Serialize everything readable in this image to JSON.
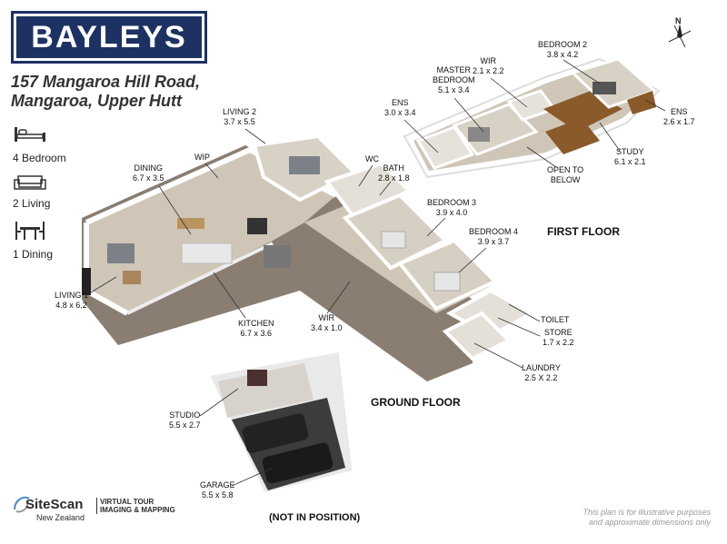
{
  "brand": {
    "logo_text": "BAYLEYS",
    "color": "#1d3163"
  },
  "address": {
    "line1": "157 Mangaroa Hill Road,",
    "line2": "Mangaroa, Upper Hutt"
  },
  "stats": [
    {
      "icon": "bed-icon",
      "label": "4 Bedroom"
    },
    {
      "icon": "sofa-icon",
      "label": "2 Living"
    },
    {
      "icon": "dining-table-icon",
      "label": "1 Dining"
    }
  ],
  "rooms": {
    "living2": {
      "name": "LIVING 2",
      "dims": "3.7 x 5.5"
    },
    "wip": {
      "name": "WIP"
    },
    "dining": {
      "name": "DINING",
      "dims": "6.7 x 3.5"
    },
    "wc": {
      "name": "WC"
    },
    "bath": {
      "name": "BATH",
      "dims": "2.8 x 1.8"
    },
    "bedroom3": {
      "name": "BEDROOM 3",
      "dims": "3.9 x 4.0"
    },
    "bedroom4": {
      "name": "BEDROOM 4",
      "dims": "3.9 x 3.7"
    },
    "living1": {
      "name": "LIVING 1",
      "dims": "4.8 x 6.2"
    },
    "kitchen": {
      "name": "KITCHEN",
      "dims": "6.7 x 3.6"
    },
    "wir_ground": {
      "name": "WIR",
      "dims": "3.4 x 1.0"
    },
    "toilet": {
      "name": "TOILET"
    },
    "store": {
      "name": "STORE",
      "dims": "1.7 x 2.2"
    },
    "laundry": {
      "name": "LAUNDRY",
      "dims": "2.5 X 2.2"
    },
    "studio": {
      "name": "STUDIO",
      "dims": "5.5 x 2.7"
    },
    "garage": {
      "name": "GARAGE",
      "dims": "5.5 x 5.8"
    },
    "ens1": {
      "name": "ENS",
      "dims": "3.0 x 3.4"
    },
    "master": {
      "name": "MASTER",
      "name2": "BEDROOM",
      "dims": "5.1 x 3.4"
    },
    "wir_first": {
      "name": "WIR",
      "dims": "2.1 x 2.2"
    },
    "bedroom2": {
      "name": "BEDROOM 2",
      "dims": "3.8 x 4.2"
    },
    "ens2": {
      "name": "ENS",
      "dims": "2.6 x 1.7"
    },
    "study": {
      "name": "STUDY",
      "dims": "6.1 x 2.1"
    },
    "open_below": {
      "name": "OPEN TO",
      "name2": "BELOW"
    }
  },
  "floors": {
    "first": "FIRST FLOOR",
    "ground": "GROUND FLOOR",
    "not_in_position": "(NOT IN POSITION)"
  },
  "compass": {
    "label": "N"
  },
  "sitescan": {
    "brand": "SiteScan",
    "tag1": "VIRTUAL TOUR",
    "tag2": "IMAGING & MAPPING",
    "region": "New Zealand"
  },
  "disclaimer": {
    "line1": "This plan is for illustrative purposes",
    "line2": "and approximate dimensions only"
  },
  "colors": {
    "floor": "#cfc6b8",
    "wall": "#ffffff",
    "wall_shade": "#d9d9d9",
    "deck": "#8a7e72",
    "wood": "#8a5a2b"
  }
}
